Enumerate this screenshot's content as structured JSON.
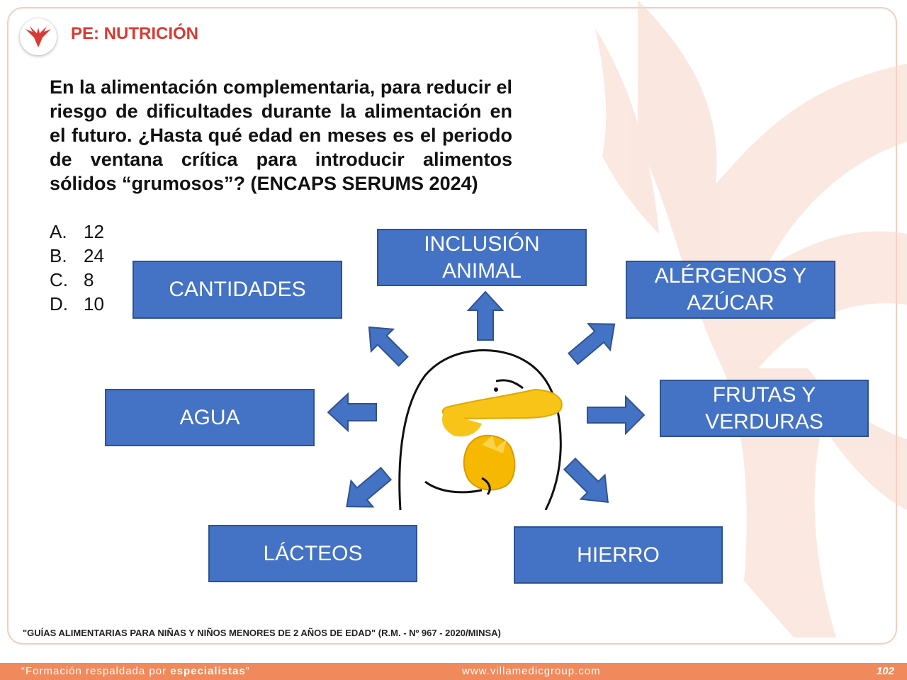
{
  "header": {
    "title": "PE: NUTRICIÓN"
  },
  "question": {
    "text": "En la alimentación complementaria, para reducir el riesgo de dificultades durante la alimentación en el futuro. ¿Hasta qué edad en meses es el periodo de ventana crítica para introducir alimentos sólidos “grumosos”? (ENCAPS SERUMS 2024)",
    "options": [
      {
        "letter": "A.",
        "value": "12"
      },
      {
        "letter": "B.",
        "value": "24"
      },
      {
        "letter": "C.",
        "value": "8"
      },
      {
        "letter": "D.",
        "value": "10"
      }
    ]
  },
  "diagram": {
    "cantidades": "CANTIDADES",
    "inclusion_line1": "INCLUSIÓN",
    "inclusion_line2": "ANIMAL",
    "alergenos_line1": "ALÉRGENOS Y",
    "alergenos_line2": "AZÚCAR",
    "agua": "AGUA",
    "frutas_line1": "FRUTAS Y",
    "frutas_line2": "VERDURAS",
    "lacteos": "LÁCTEOS",
    "hierro": "HIERRO"
  },
  "source": "\"GUÍAS ALIMENTARIAS PARA NIÑAS Y NIÑOS MENORES DE 2 AÑOS DE EDAD\" (R.M. - Nº 967 - 2020/MINSA)",
  "footer": {
    "slogan_pre": "“Formación respaldada por ",
    "slogan_bold": "especialistas",
    "slogan_post": "”",
    "url": "www.villamedicgroup.com",
    "page": "102"
  },
  "colors": {
    "box_fill": "#4472c4",
    "box_border": "#2f528f",
    "accent": "#d93a33",
    "footer": "#f08a5d"
  },
  "icons": {
    "logo": "phoenix-logo-icon",
    "watermark": "phoenix-watermark-icon",
    "mascot": "duck-mascot-eating-banana"
  }
}
